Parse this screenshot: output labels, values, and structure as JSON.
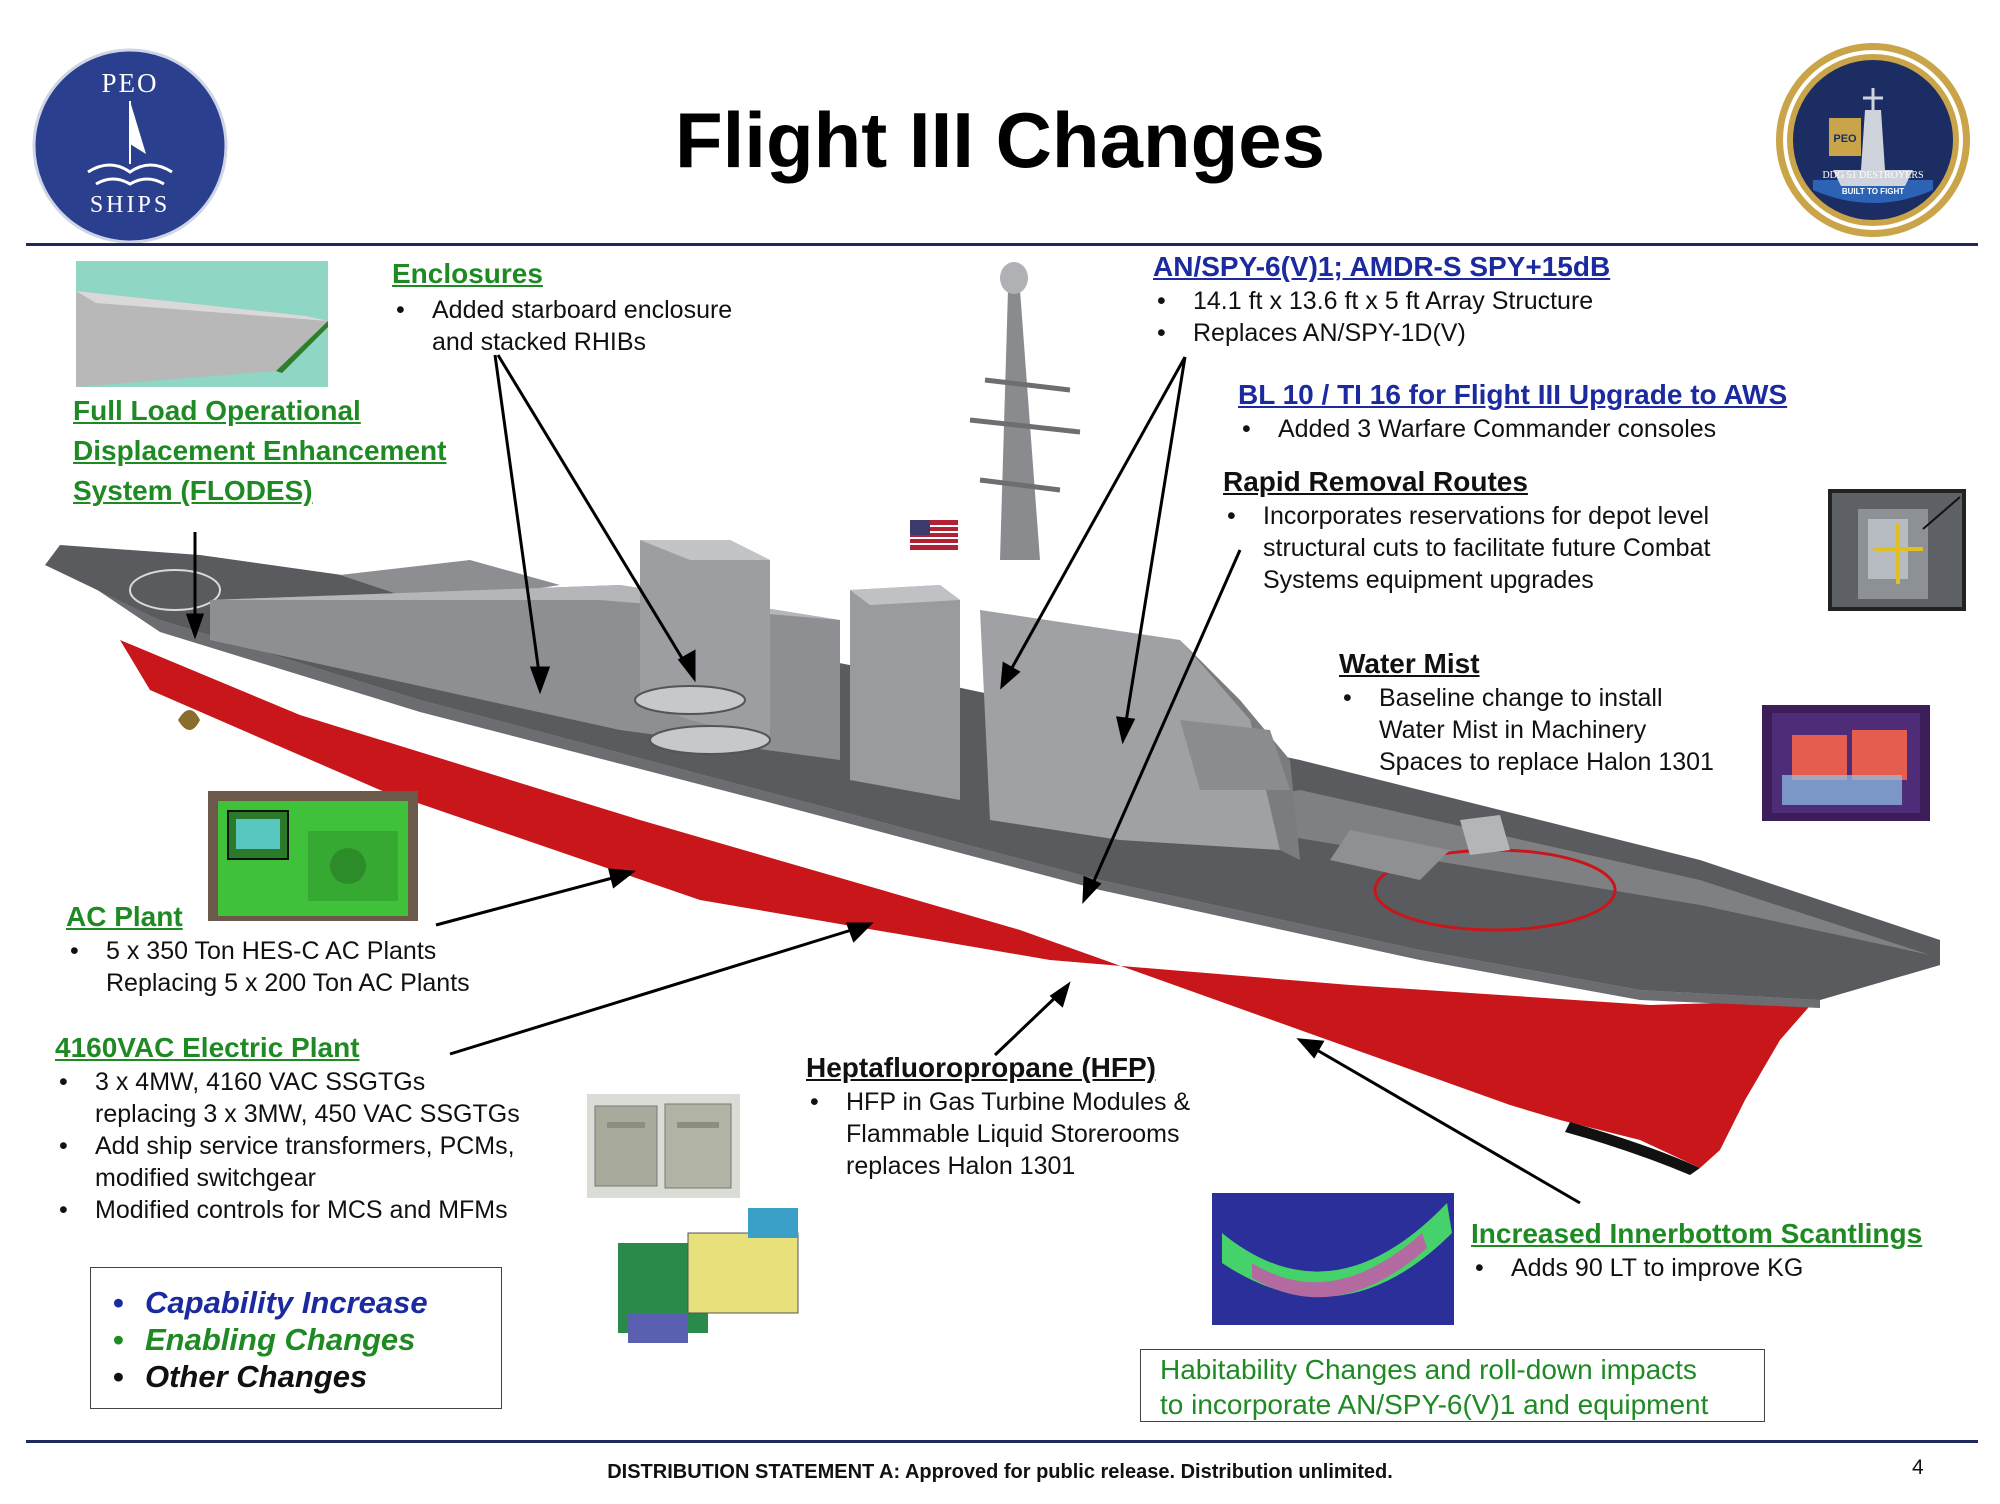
{
  "title": "Flight III Changes",
  "logos": {
    "left": {
      "line1": "PEO",
      "line2": "SHIPS"
    },
    "right": {
      "line1": "DDG 51 DESTROYERS",
      "line2": "BUILT TO FIGHT",
      "badge": "PEO"
    }
  },
  "callouts": {
    "enclosures": {
      "heading": "Enclosures",
      "bullets": [
        "Added starboard enclosure",
        "and stacked RHIBs"
      ]
    },
    "flodes": {
      "heading_lines": [
        "Full Load Operational",
        "Displacement Enhancement",
        "System (FLODES)"
      ]
    },
    "spy6": {
      "heading": "AN/SPY-6(V)1; AMDR-S SPY+15dB",
      "bullets": [
        "14.1 ft x 13.6 ft x 5 ft Array Structure",
        "Replaces AN/SPY-1D(V)"
      ]
    },
    "bl10": {
      "heading": "BL 10 / TI 16 for Flight III Upgrade to AWS",
      "bullets": [
        "Added 3 Warfare Commander consoles"
      ]
    },
    "rapid": {
      "heading": "Rapid Removal Routes",
      "bullets": [
        "Incorporates reservations for depot level",
        "structural cuts to facilitate future Combat",
        "Systems equipment upgrades"
      ]
    },
    "water": {
      "heading": "Water Mist",
      "bullets": [
        "Baseline change to install",
        "Water Mist in Machinery",
        "Spaces to replace Halon 1301"
      ]
    },
    "ac": {
      "heading": "AC Plant",
      "bullets": [
        "5 x 350 Ton HES-C AC Plants",
        "Replacing 5 x 200 Ton AC Plants"
      ]
    },
    "electric": {
      "heading": "4160VAC Electric Plant",
      "bullets": [
        "3 x 4MW, 4160 VAC SSGTGs",
        "replacing 3 x 3MW, 450 VAC SSGTGs",
        "Add ship service transformers, PCMs,",
        "modified switchgear",
        "Modified controls for MCS and MFMs"
      ]
    },
    "hfp": {
      "heading": "Heptafluoropropane (HFP)",
      "bullets": [
        "HFP in Gas Turbine Modules &",
        "Flammable Liquid Storerooms",
        "replaces Halon 1301"
      ]
    },
    "innerbottom": {
      "heading": "Increased Innerbottom Scantlings",
      "bullets": [
        "Adds 90 LT to improve KG"
      ]
    }
  },
  "legend": {
    "capability": "Capability Increase",
    "enabling": "Enabling Changes",
    "other": "Other Changes"
  },
  "habitability": {
    "line1": "Habitability Changes  and roll-down impacts",
    "line2": "to incorporate AN/SPY-6(V)1 and equipment"
  },
  "footer": "DISTRIBUTION STATEMENT A: Approved for public release. Distribution unlimited.",
  "page_number": "4",
  "colors": {
    "enabling": "#1f8a23",
    "capability": "#1b2a9e",
    "other": "#111111",
    "rule": "#1f2a5c",
    "hull_red": "#c8161b"
  }
}
